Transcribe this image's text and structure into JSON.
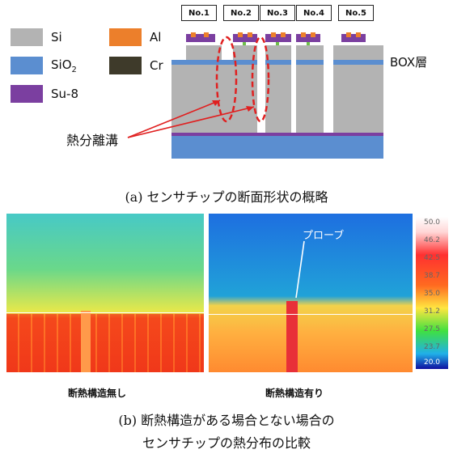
{
  "legend": [
    {
      "key": "si",
      "label": "Si",
      "color": "#b3b3b3"
    },
    {
      "key": "al",
      "label": "Al",
      "color": "#ec7f2b"
    },
    {
      "key": "sio2",
      "label": "SiO",
      "sub": "2",
      "color": "#5b8ed0"
    },
    {
      "key": "cr",
      "label": "Cr",
      "color": "#3e3a2a"
    },
    {
      "key": "su8",
      "label": "Su-8",
      "color": "#7b3fa0"
    }
  ],
  "chips": [
    "No.1",
    "No.2",
    "No.3",
    "No.4",
    "No.5"
  ],
  "box_label": "BOX層",
  "trench_label": "熱分離溝",
  "caption_a": "(a) センサチップの断面形状の概略",
  "left_label": "断熱構造無し",
  "right_label": "断熱構造有り",
  "probe_label": "プローブ",
  "scale_ticks": [
    "50.0",
    "46.2",
    "42.5",
    "38.7",
    "35.0",
    "31.2",
    "27.5",
    "23.7",
    "20.0"
  ],
  "caption_b_line1": "(b) 断熱構造がある場合とない場合の",
  "caption_b_line2": "センサチップの熱分布の比較"
}
